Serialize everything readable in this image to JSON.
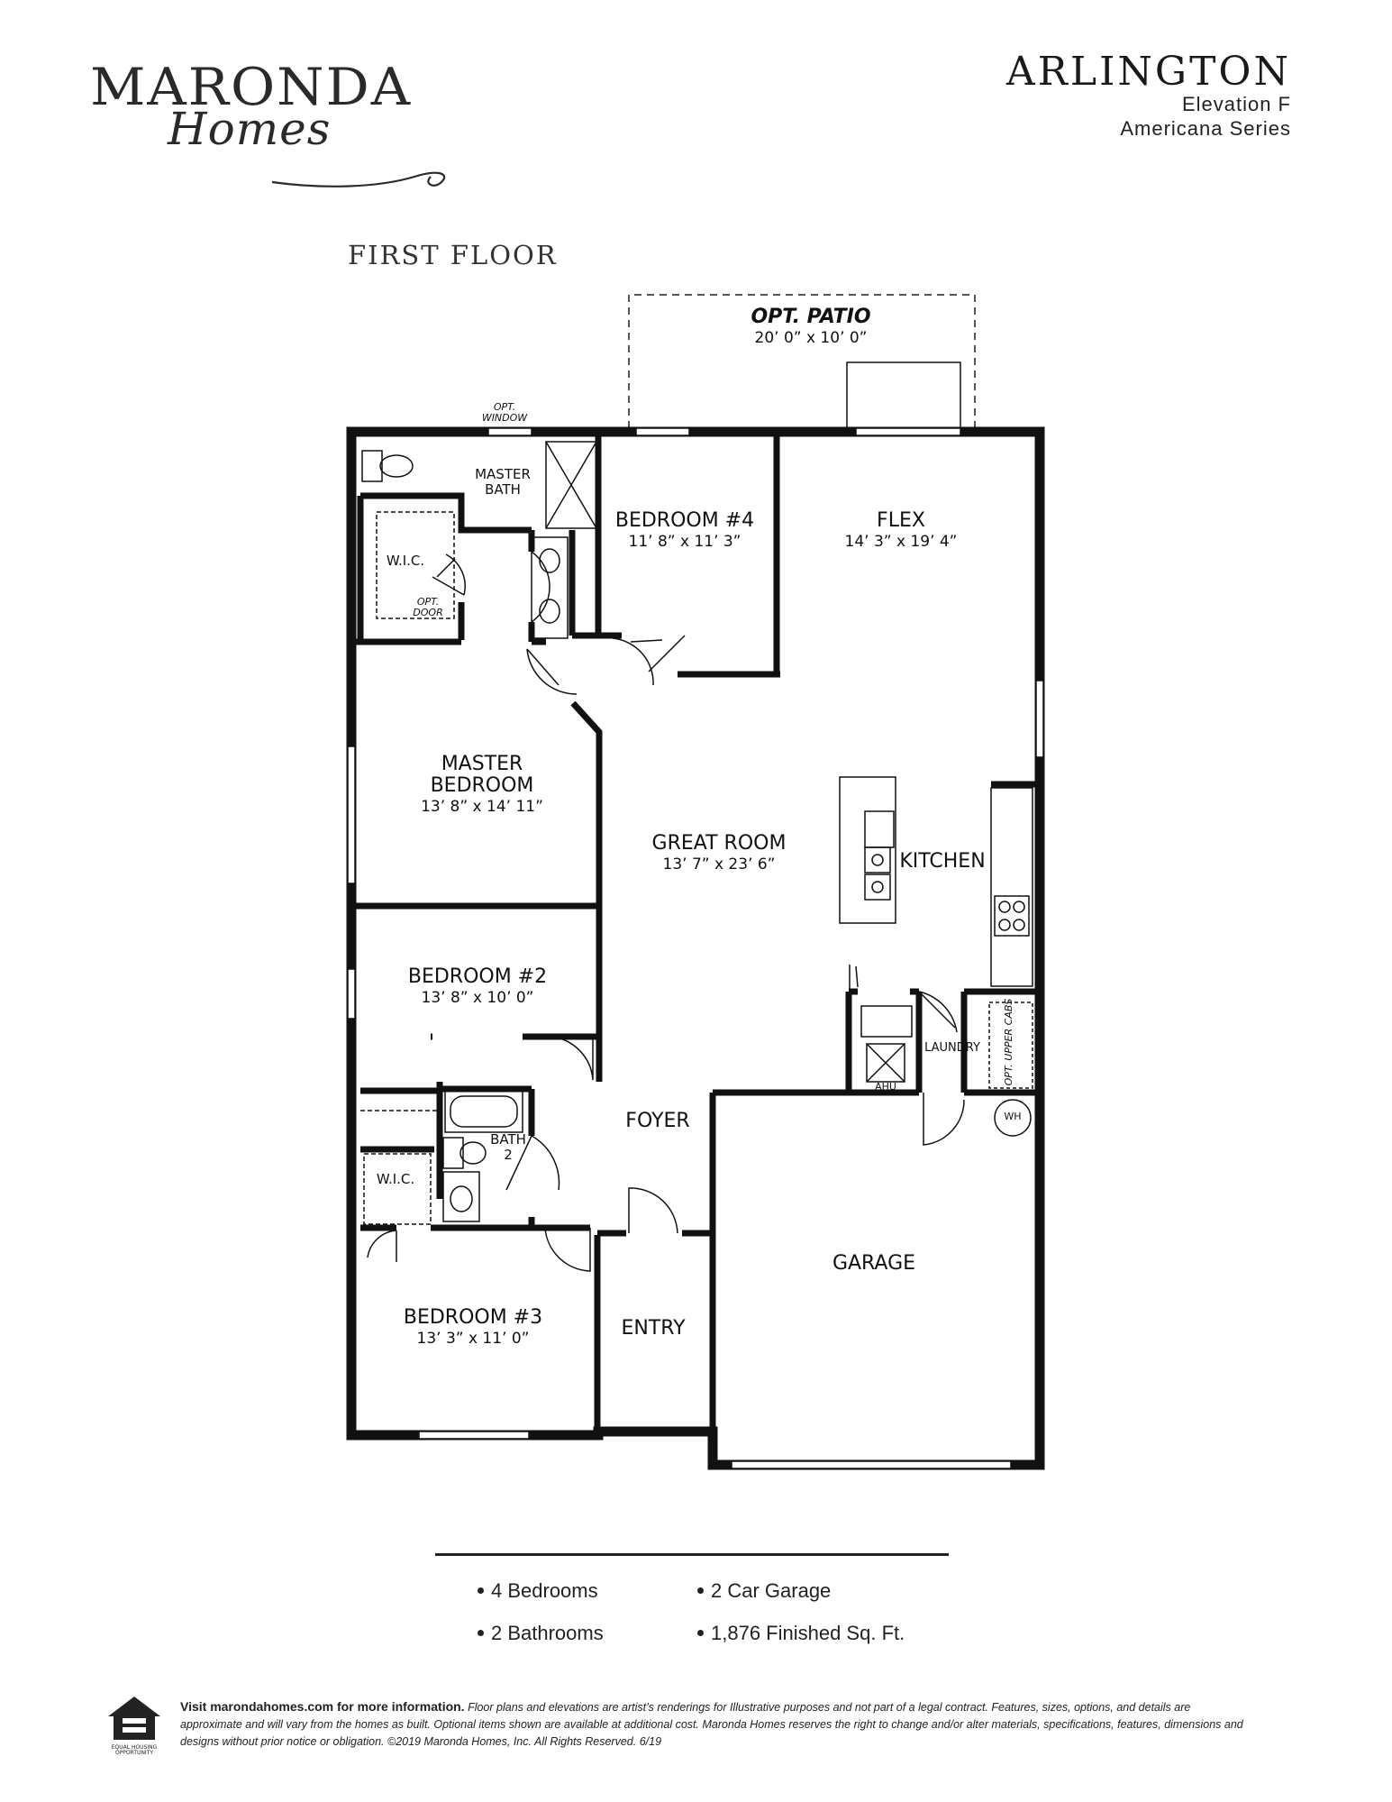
{
  "brand": {
    "logo_main": "MARONDA",
    "logo_script": "Homes"
  },
  "plan_title": {
    "name": "ARLINGTON",
    "elevation": "Elevation F",
    "series": "Americana Series"
  },
  "floor_label": "FIRST FLOOR",
  "rooms": {
    "patio": {
      "name": "OPT. PATIO",
      "dims": "20’ 0” x 10’ 0”"
    },
    "opt_window": {
      "line1": "OPT.",
      "line2": "WINDOW"
    },
    "master_bath": {
      "line1": "MASTER",
      "line2": "BATH"
    },
    "bedroom4": {
      "name": "BEDROOM #4",
      "dims": "11’ 8” x 11’ 3”"
    },
    "flex": {
      "name": "FLEX",
      "dims": "14’ 3” x 19’ 4”"
    },
    "wic_master": {
      "name": "W.I.C."
    },
    "opt_door": {
      "line1": "OPT.",
      "line2": "DOOR"
    },
    "master_bedroom": {
      "line1": "MASTER",
      "line2": "BEDROOM",
      "dims": "13’ 8” x 14’ 11”"
    },
    "great_room": {
      "name": "GREAT ROOM",
      "dims": "13’ 7” x 23’ 6”"
    },
    "kitchen": {
      "name": "KITCHEN"
    },
    "bedroom2": {
      "name": "BEDROOM #2",
      "dims": "13’ 8” x 10’ 0”"
    },
    "laundry": {
      "name": "LAUNDRY"
    },
    "opt_upper_cabs": {
      "name": "OPT. UPPER CABS"
    },
    "ahu": {
      "name": "AHU"
    },
    "wh": {
      "name": "WH"
    },
    "foyer": {
      "name": "FOYER"
    },
    "bath2": {
      "line1": "BATH",
      "line2": "2"
    },
    "wic2": {
      "name": "W.I.C."
    },
    "garage": {
      "name": "GARAGE"
    },
    "bedroom3": {
      "name": "BEDROOM #3",
      "dims": "13’ 3” x 11’ 0”"
    },
    "entry": {
      "name": "ENTRY"
    }
  },
  "features": {
    "bedrooms": "4 Bedrooms",
    "bathrooms": "2 Bathrooms",
    "garage": "2 Car Garage",
    "sqft": "1,876 Finished Sq. Ft."
  },
  "footer": {
    "lead": "Visit marondahomes.com for more information.",
    "disclaimer": "Floor plans and elevations are artist’s renderings for Illustrative purposes and not part of a legal contract. Features, sizes, options, and details are approximate and will vary from the homes as built. Optional items shown are available at additional cost. Maronda Homes reserves the right to change and/or alter materials, specifications, features, dimensions and designs without prior notice or obligation. ©2019 Maronda Homes, Inc. All Rights Reserved. 6/19",
    "eho_line1": "EQUAL HOUSING",
    "eho_line2": "OPPORTUNITY"
  }
}
